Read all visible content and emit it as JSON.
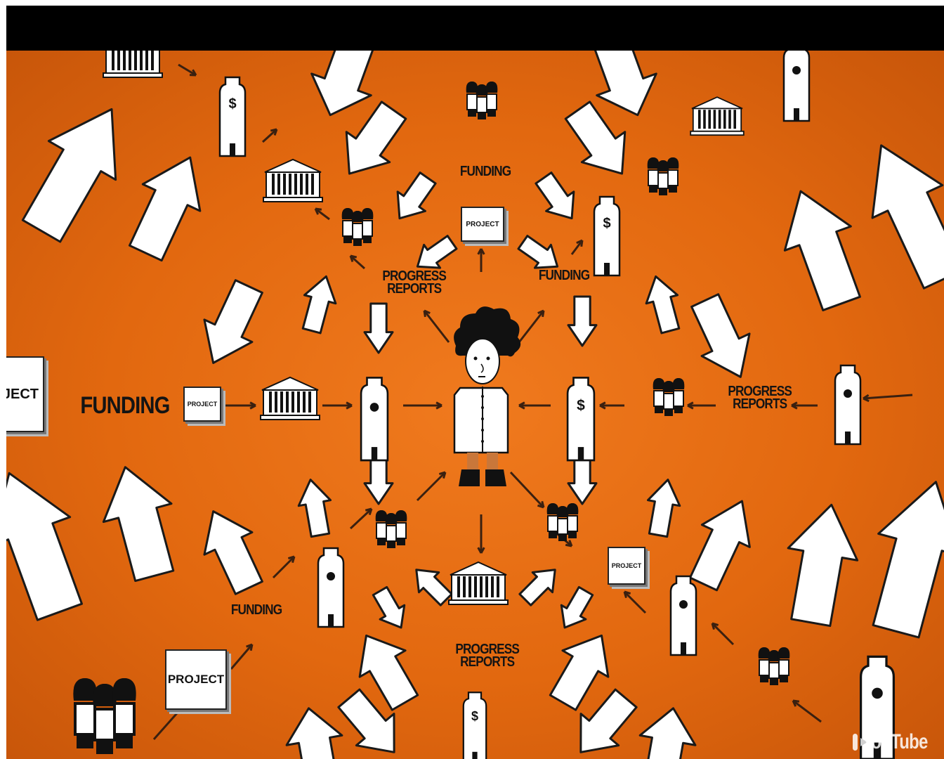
{
  "video": {
    "labels": {
      "funding_big": "FUNDING",
      "funding_top": "FUNDING",
      "funding_right": "FUNDING",
      "funding_bottom": "FUNDING",
      "progress_top_1": "PROGRESS",
      "progress_top_2": "REPORTS",
      "progress_right_1": "PROGRESS",
      "progress_right_2": "REPORTS",
      "progress_bottom_1": "PROGRESS",
      "progress_bottom_2": "REPORTS",
      "project_top": "PROJECT",
      "project_left": "PROJECT",
      "project_right": "PROJECT",
      "project_bottom": "PROJECT",
      "project_edge": "JECT"
    },
    "watermark": "YouTube",
    "colors": {
      "background": "#e56c12",
      "ink": "#141414",
      "paper": "#ffffff"
    }
  }
}
